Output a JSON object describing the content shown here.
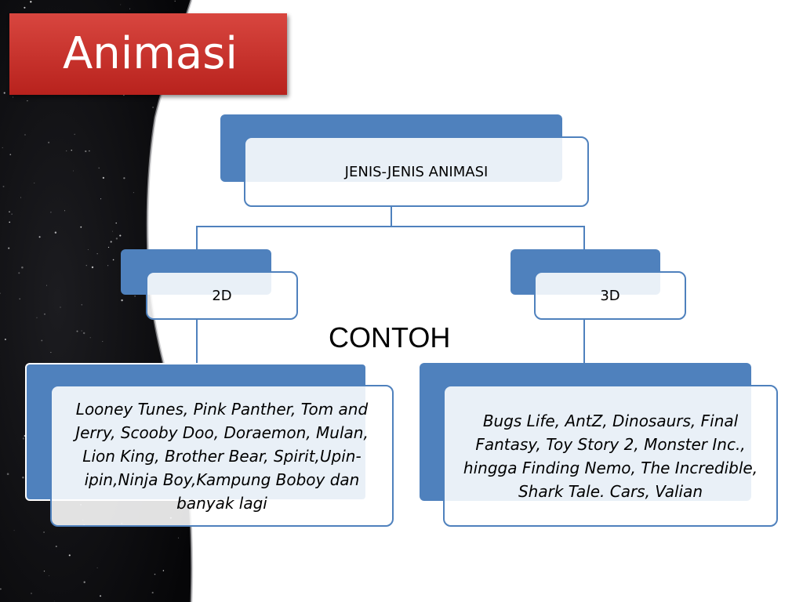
{
  "slide": {
    "title": "Animasi"
  },
  "diagram": {
    "root": {
      "label": "JENIS-JENIS ANIMASI"
    },
    "branches": [
      {
        "label": "2D",
        "examples": "Looney Tunes, Pink Panther, Tom and Jerry, Scooby Doo, Doraemon, Mulan, Lion King, Brother Bear, Spirit,Upin-ipin,Ninja Boy,Kampung Boboy dan banyak lagi"
      },
      {
        "label": "3D",
        "examples": "Bugs Life, AntZ, Dinosaurs, Final Fantasy, Toy Story 2, Monster Inc., hingga Finding Nemo, The Incredible, Shark Tale. Cars, Valian"
      }
    ],
    "annotation": "CONTOH"
  },
  "colors": {
    "accent": "#4f81bd",
    "title_bg": "#c62f28",
    "title_text": "#ffffff",
    "background_dark": "#0c0c0e"
  }
}
